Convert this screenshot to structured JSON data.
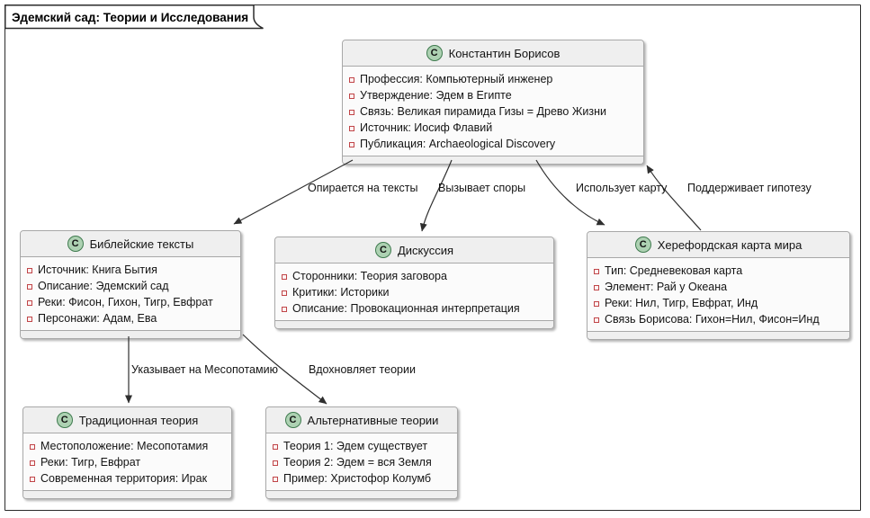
{
  "frame": {
    "title": "Эдемский сад: Теории и Исследования"
  },
  "classes": [
    {
      "icon": "C",
      "title": "Константин Борисов",
      "fields": [
        "Профессия: Компьютерный инженер",
        "Утверждение: Эдем в Египте",
        "Связь: Великая пирамида Гизы = Древо Жизни",
        "Источник: Иосиф Флавий",
        "Публикация: Archaeological Discovery"
      ]
    },
    {
      "icon": "C",
      "title": "Библейские тексты",
      "fields": [
        "Источник: Книга Бытия",
        "Описание: Эдемский сад",
        "Реки: Фисон, Гихон, Тигр, Евфрат",
        "Персонажи: Адам, Ева"
      ]
    },
    {
      "icon": "C",
      "title": "Дискуссия",
      "fields": [
        "Сторонники: Теория заговора",
        "Критики: Историки",
        "Описание: Провокационная интерпретация"
      ]
    },
    {
      "icon": "C",
      "title": "Херефордская карта мира",
      "fields": [
        "Тип: Средневековая карта",
        "Элемент: Рай у Океана",
        "Реки: Нил, Тигр, Евфрат, Инд",
        "Связь Борисова: Гихон=Нил, Фисон=Инд"
      ]
    },
    {
      "icon": "C",
      "title": "Традиционная теория",
      "fields": [
        "Местоположение: Месопотамия",
        "Реки: Тигр, Евфрат",
        "Современная территория: Ирак"
      ]
    },
    {
      "icon": "C",
      "title": "Альтернативные теории",
      "fields": [
        "Теория 1: Эдем существует",
        "Теория 2: Эдем = вся Земля",
        "Пример: Христофор Колумб"
      ]
    }
  ],
  "edges": [
    {
      "from": "Константин Борисов",
      "to": "Библейские тексты",
      "label": "Опирается на тексты"
    },
    {
      "from": "Константин Борисов",
      "to": "Дискуссия",
      "label": "Вызывает споры"
    },
    {
      "from": "Константин Борисов",
      "to": "Херефордская карта мира",
      "label": "Использует карту"
    },
    {
      "from": "Херефордская карта мира",
      "to": "Константин Борисов",
      "label": "Поддерживает гипотезу"
    },
    {
      "from": "Библейские тексты",
      "to": "Традиционная теория",
      "label": "Указывает на Месопотамию"
    },
    {
      "from": "Библейские тексты",
      "to": "Альтернативные теории",
      "label": "Вдохновляет теории"
    }
  ],
  "colors": {
    "class_icon_fill": "#add1b2",
    "class_icon_border": "#3e7a4e",
    "field_marker_border": "#c04548",
    "box_border": "#a8a8a8",
    "header_background": "#efefef",
    "frame_border": "#2b2b2b",
    "edge_stroke": "#2f2f2f"
  }
}
